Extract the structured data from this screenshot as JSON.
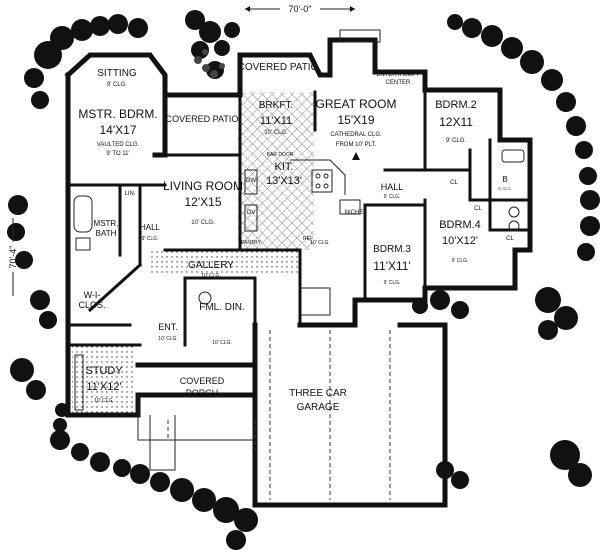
{
  "dimensions": {
    "width": "70'-0\"",
    "depth": "70'-4\""
  },
  "rooms": {
    "sitting": {
      "name": "SITTING",
      "ceiling": "9' CLG."
    },
    "master_bedroom": {
      "name": "MSTR. BDRM.",
      "size": "14'X17",
      "ceiling": "VAULTED CLG.",
      "ceiling2": "9' TO 11'"
    },
    "covered_patio_top": {
      "name": "COVERED PATIO"
    },
    "covered_patio_left": {
      "name": "COVERED PATIO"
    },
    "breakfast": {
      "name": "BRKFT.",
      "size": "11'X11",
      "ceiling": "10' CLG."
    },
    "great_room": {
      "name": "GREAT ROOM",
      "size": "15'X19",
      "ceiling": "CATHEDRAL CLG.",
      "ceiling2": "FROM 10' PLT."
    },
    "entertainment": {
      "name": "ENTERTAINM'T",
      "name2": "CENTER"
    },
    "bedroom2": {
      "name": "BDRM.2",
      "size": "12X11",
      "ceiling": "9' CLG."
    },
    "living_room": {
      "name": "LIVING ROOM",
      "size": "12'X15",
      "ceiling": "10' CLG."
    },
    "kitchen": {
      "name": "KIT.",
      "size": "13'X13'",
      "ceiling": "10' CLG."
    },
    "hall_right": {
      "name": "HALL",
      "ceiling": "9' CLG."
    },
    "bedroom4": {
      "name": "BDRM.4",
      "size": "10'X12'",
      "ceiling": "9' CLG."
    },
    "bedroom3": {
      "name": "BDRM.3",
      "size": "11'X11'",
      "ceiling": "9' CLG."
    },
    "master_bath": {
      "name": "MSTR.",
      "name2": "BATH"
    },
    "hall_left": {
      "name": "HALL",
      "ceiling": "9' CLG."
    },
    "gallery": {
      "name": "GALLERY",
      "ceiling": "10' CLG."
    },
    "walk_in_closet": {
      "name": "W-I-",
      "name2": "CLOS."
    },
    "family_dining": {
      "name": "FML. DIN.",
      "ceiling": "10' CLG."
    },
    "entry": {
      "name": "ENT.",
      "ceiling": "10' CLG."
    },
    "study": {
      "name": "STUDY",
      "size": "11'X12'",
      "ceiling": "10' CLG."
    },
    "covered_porch": {
      "name": "COVERED",
      "name2": "PORCH"
    },
    "garage": {
      "name": "THREE CAR",
      "name2": "GARAGE"
    }
  },
  "fixtures": {
    "linen": "LIN.",
    "pantry": "PANTRY",
    "dishwasher": "DW",
    "oven": "OV",
    "bar": "BAR DOOR",
    "niche": "NICHE",
    "closet_a": "CL",
    "closet_b": "CL",
    "closet_c": "CL",
    "bath_b": "B",
    "bath_b_ceiling": "9' CLG.",
    "ref": "REF"
  }
}
